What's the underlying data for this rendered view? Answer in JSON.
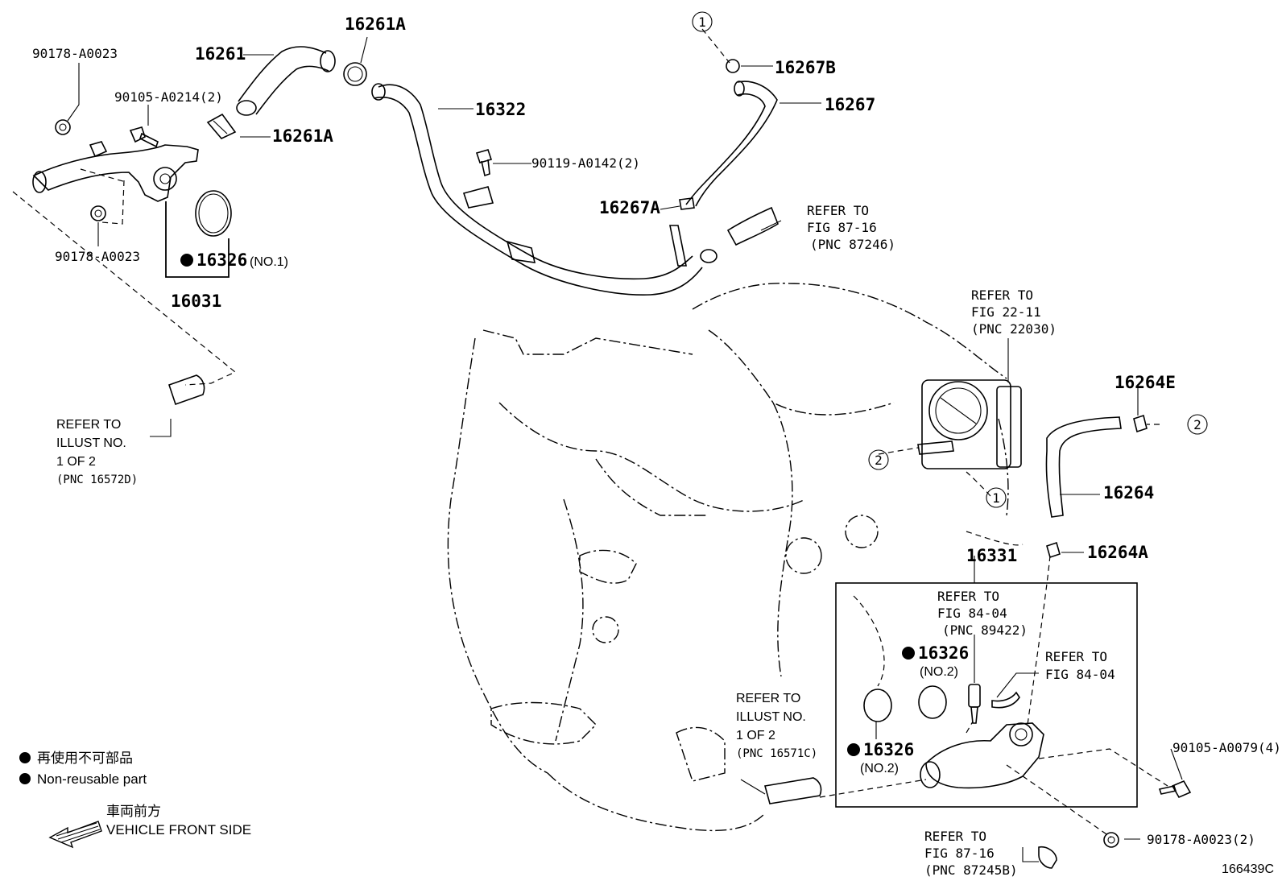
{
  "labels": {
    "p_90178_top": "90178-A0023",
    "p_90105_a0214": "90105-A0214(2)",
    "p_16261": "16261",
    "p_16261a_top": "16261A",
    "p_16261a_mid": "16261A",
    "p_16322": "16322",
    "p_16267b": "16267B",
    "p_16267": "16267",
    "p_90119": "90119-A0142(2)",
    "p_16267a": "16267A",
    "p_90178_mid": "90178-A0023",
    "p_16326_no1": "16326",
    "p_16326_no1_sub": "(NO.1)",
    "p_16031": "16031",
    "p_16264e": "16264E",
    "p_16264": "16264",
    "p_16264a": "16264A",
    "p_16331": "16331",
    "p_16326_no2a": "16326",
    "p_16326_no2a_sub": "(NO.2)",
    "p_16326_no2b": "16326",
    "p_16326_no2b_sub": "(NO.2)",
    "p_90105_a0079": "90105-A0079(4)",
    "p_90178_a0023_2": "90178-A0023(2)",
    "figure_id": "166439C"
  },
  "callouts": {
    "c1_top": "1",
    "c1_mid": "1",
    "c2_left": "2",
    "c2_right": "2"
  },
  "refs": {
    "ref_87246": [
      "REFER TO",
      "FIG 87-16",
      "(PNC 87246)"
    ],
    "ref_22030": [
      "REFER TO",
      "FIG 22-11",
      "(PNC 22030)"
    ],
    "ref_16572d": [
      "REFER TO",
      "ILLUST NO.",
      "1 OF 2",
      "(PNC 16572D)"
    ],
    "ref_89422": [
      "REFER TO",
      "FIG 84-04",
      "(PNC 89422)"
    ],
    "ref_8404": [
      "REFER TO",
      "FIG 84-04"
    ],
    "ref_16571c": [
      "REFER TO",
      "ILLUST NO.",
      "1 OF 2",
      "(PNC 16571C)"
    ],
    "ref_87245b": [
      "REFER TO",
      "FIG 87-16",
      "(PNC 87245B)"
    ]
  },
  "legend": {
    "non_reusable_jp": "再使用不可部品",
    "non_reusable_en": "Non-reusable part",
    "front_jp": "車両前方",
    "front_en": "VEHICLE FRONT SIDE"
  }
}
